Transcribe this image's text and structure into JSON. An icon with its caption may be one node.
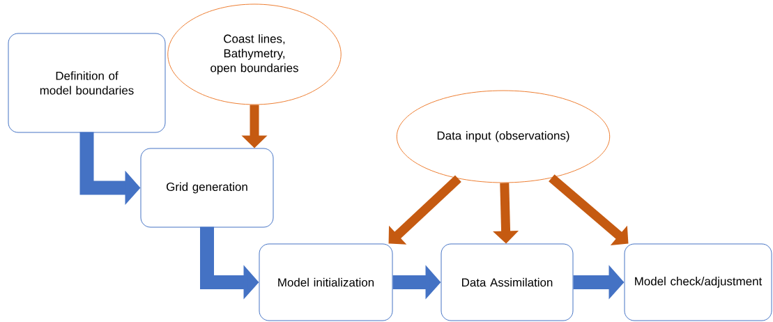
{
  "diagram": {
    "nodes": [
      {
        "text": [
          "Definition of model boundaries"
        ]
      },
      {
        "text": [
          "Coast lines, Bathymetry, open boundaries"
        ]
      },
      {
        "text": [
          "Grid generation"
        ]
      },
      {
        "text": [
          "Data input (observations)"
        ]
      },
      {
        "text": [
          "Model initialization"
        ]
      },
      {
        "text": [
          "Data Assimilation"
        ]
      },
      {
        "text": [
          "Model check/adjustment"
        ]
      }
    ],
    "edges": [
      {
        "from": 0,
        "to": 2,
        "arrow": "to",
        "color": "#4472c4"
      },
      {
        "from": 1,
        "to": 2,
        "arrow": "to",
        "color": "#c55a11"
      },
      {
        "from": 2,
        "to": 4,
        "arrow": "to",
        "color": "#4472c4"
      },
      {
        "from": 3,
        "to": 4,
        "arrow": "to",
        "color": "#c55a11"
      },
      {
        "from": 3,
        "to": 5,
        "arrow": "to",
        "color": "#c55a11"
      },
      {
        "from": 3,
        "to": 6,
        "arrow": "to",
        "color": "#c55a11"
      },
      {
        "from": 4,
        "to": 5,
        "arrow": "to",
        "color": "#4472c4"
      },
      {
        "from": 5,
        "to": 6,
        "arrow": "to",
        "color": "#4472c4"
      }
    ]
  }
}
